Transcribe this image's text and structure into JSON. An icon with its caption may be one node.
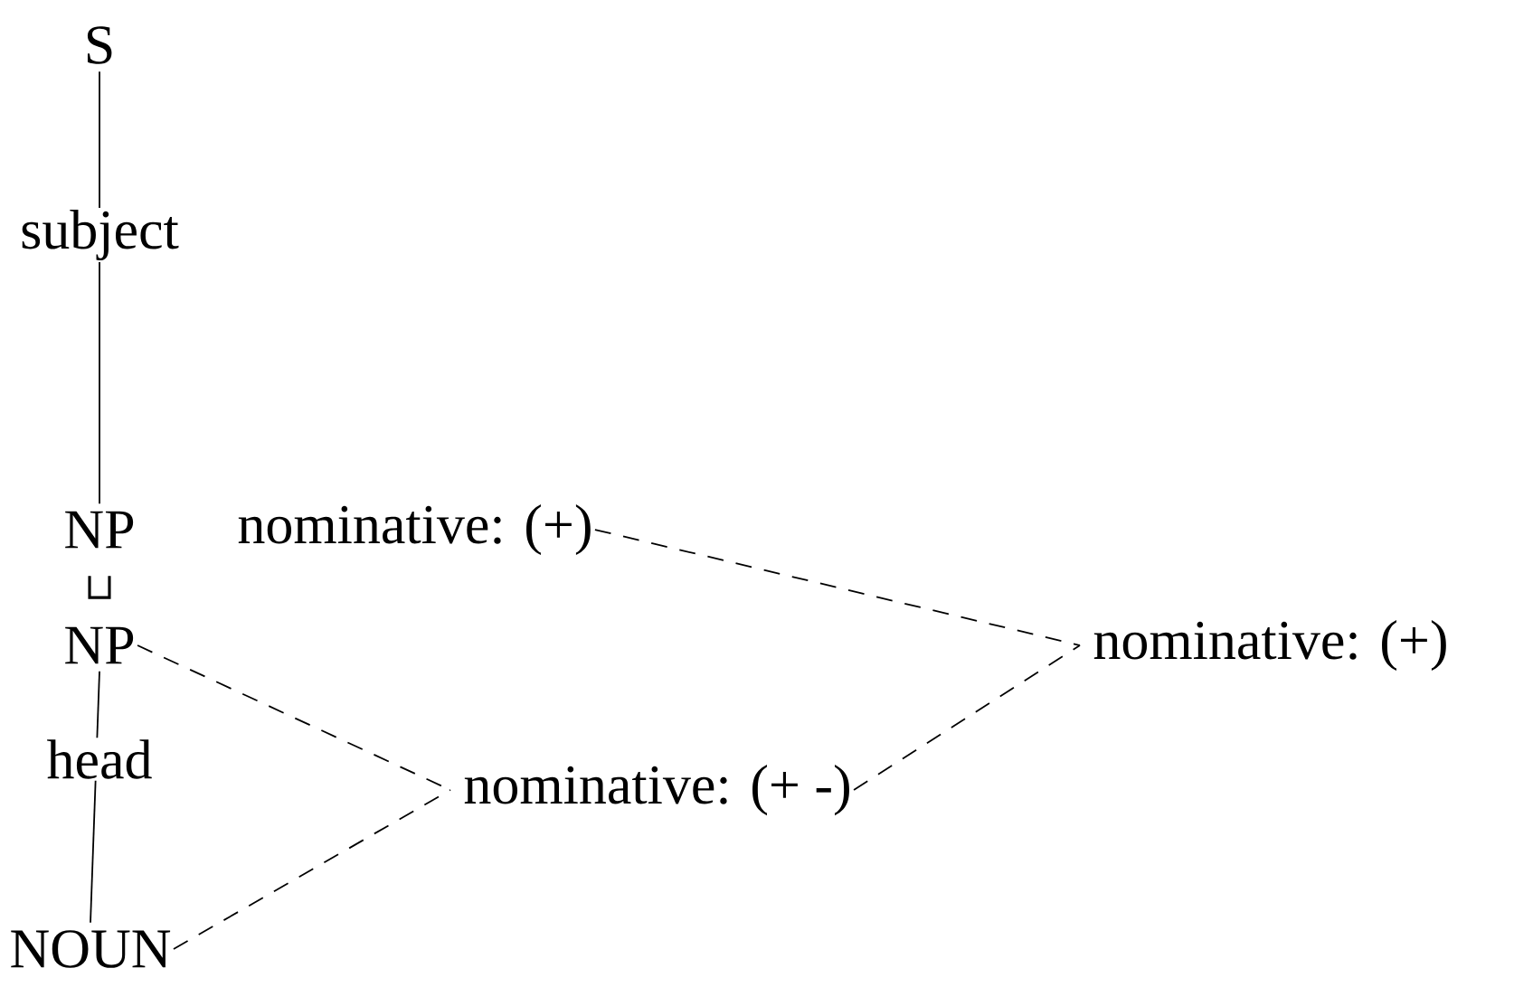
{
  "diagram": {
    "nodes": [
      {
        "text": [
          "S"
        ]
      },
      {
        "text": [
          "NP"
        ]
      },
      {
        "text": [
          "NP"
        ]
      },
      {
        "text": [
          "NOUN"
        ]
      },
      {
        "text": [
          "nominative:  (+)"
        ]
      },
      {
        "text": [
          "nominative:  (+ -)"
        ]
      },
      {
        "text": [
          "nominative:  (+)"
        ]
      }
    ],
    "edges": [
      {
        "from": 0,
        "to": 1,
        "arrow": "none",
        "label": "subject"
      },
      {
        "from": 2,
        "to": 3,
        "arrow": "none",
        "label": "head"
      },
      {
        "from": 4,
        "to": 6,
        "arrow": "none",
        "style": "dashed"
      },
      {
        "from": 2,
        "to": 5,
        "arrow": "none",
        "style": "dashed"
      },
      {
        "from": 3,
        "to": 5,
        "arrow": "none",
        "style": "dashed"
      },
      {
        "from": 5,
        "to": 6,
        "arrow": "none",
        "style": "dashed"
      }
    ],
    "labels": [
      "⊔"
    ]
  }
}
